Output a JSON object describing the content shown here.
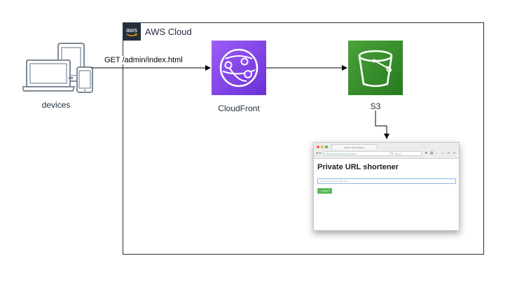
{
  "cloud": {
    "title": "AWS Cloud",
    "logo_text": "aws"
  },
  "nodes": {
    "devices": {
      "label": "devices"
    },
    "cloudfront": {
      "label": "CloudFront"
    },
    "s3": {
      "label": "S3"
    }
  },
  "edges": {
    "request_label": "GET /admin/index.html"
  },
  "browser": {
    "tab_title": "Private URL shortener",
    "url": "d227azdatbst.cloudfront.net/adm",
    "search_placeholder": "Search",
    "heading": "Private URL shortener",
    "input_placeholder": "Paste here the long URL here",
    "button_label": "Shorten"
  },
  "colors": {
    "cloudfront": "#8c4fff",
    "s3": "#3f8624",
    "aws_dark": "#232f3e"
  }
}
